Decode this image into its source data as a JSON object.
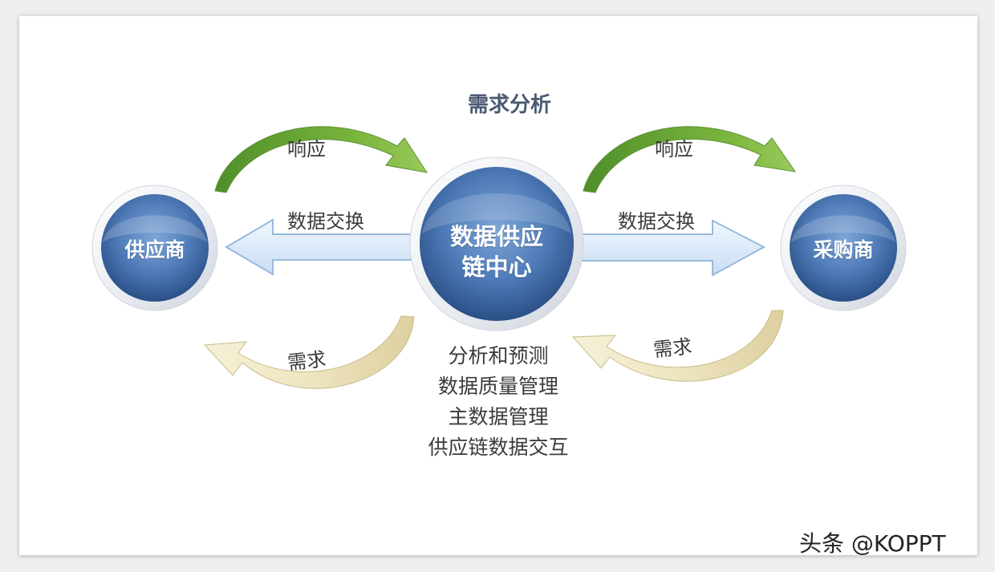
{
  "diagram": {
    "title": "需求分析",
    "left_response_label": "响应",
    "right_response_label": "响应",
    "left_exchange_label": "数据交换",
    "right_exchange_label": "数据交换",
    "left_demand_label": "需求",
    "right_demand_label": "需求",
    "supplier_label": "供应商",
    "buyer_label": "采购商",
    "center_label_line1": "数据供应",
    "center_label_line2": "链中心",
    "functions": [
      "分析和预测",
      "数据质量管理",
      "主数据管理",
      "供应链数据交互"
    ]
  },
  "watermark": "头条 @KOPPT",
  "colors": {
    "circle_dark": "#2f5690",
    "circle_light": "#6f95c9",
    "ring": "#d9dde3",
    "response_arrow": "#5f9f2f",
    "exchange_arrow": "#dcebfa",
    "demand_arrow": "#efe8c7"
  },
  "icons": {
    "response_arrow": "curved-arrow",
    "exchange_arrow": "double-sided-arrow",
    "demand_arrow": "curved-arrow"
  }
}
